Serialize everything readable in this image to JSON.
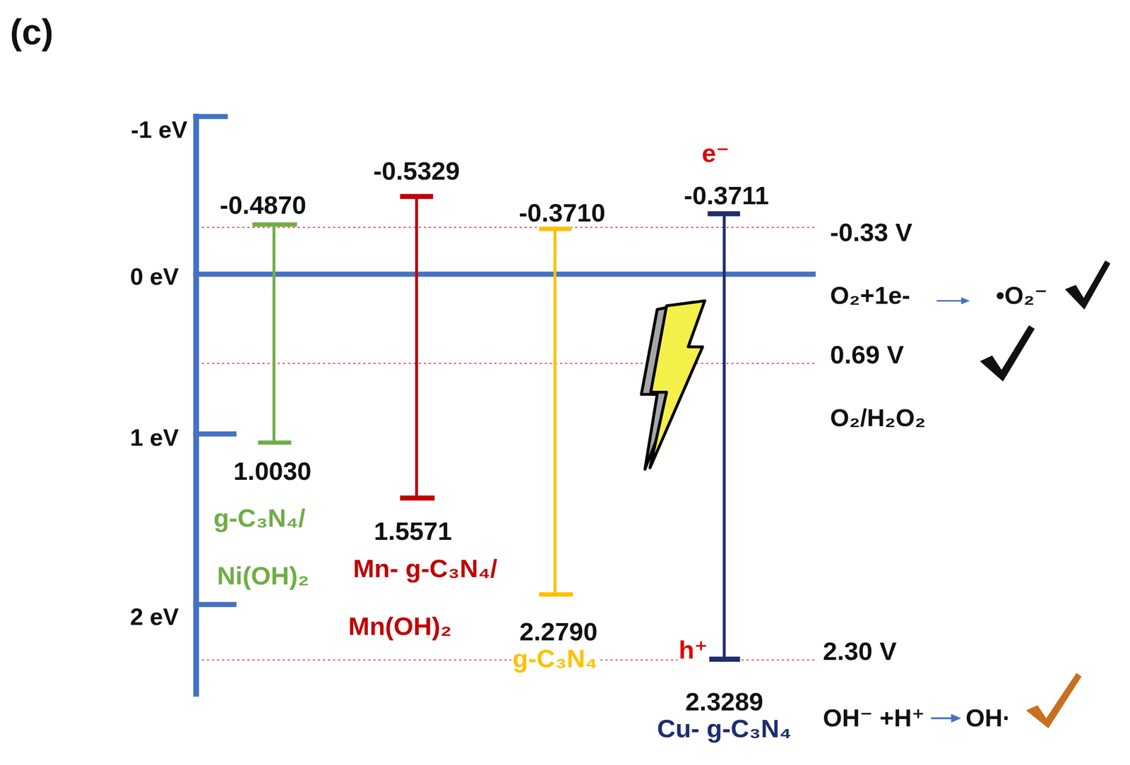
{
  "diagram": {
    "labels": [
      "(c)",
      "-1 eV",
      "0 eV",
      "1 eV",
      "2 eV",
      "-0.4870",
      "1.0030",
      "g-C₃N₄/",
      "Ni(OH)₂",
      "-0.5329",
      "1.5571",
      "Mn- g-C₃N₄/",
      "Mn(OH)₂",
      "-0.3710",
      "2.2790",
      "g-C₃N₄",
      "e⁻",
      "-0.3711",
      "h⁺",
      "2.3289",
      "Cu- g-C₃N₄",
      "-0.33 V",
      "O₂+1e-",
      "•O₂⁻",
      "0.69 V",
      "O₂/H₂O₂",
      "2.30 V",
      "OH⁻ +H⁺",
      "OH·"
    ]
  }
}
